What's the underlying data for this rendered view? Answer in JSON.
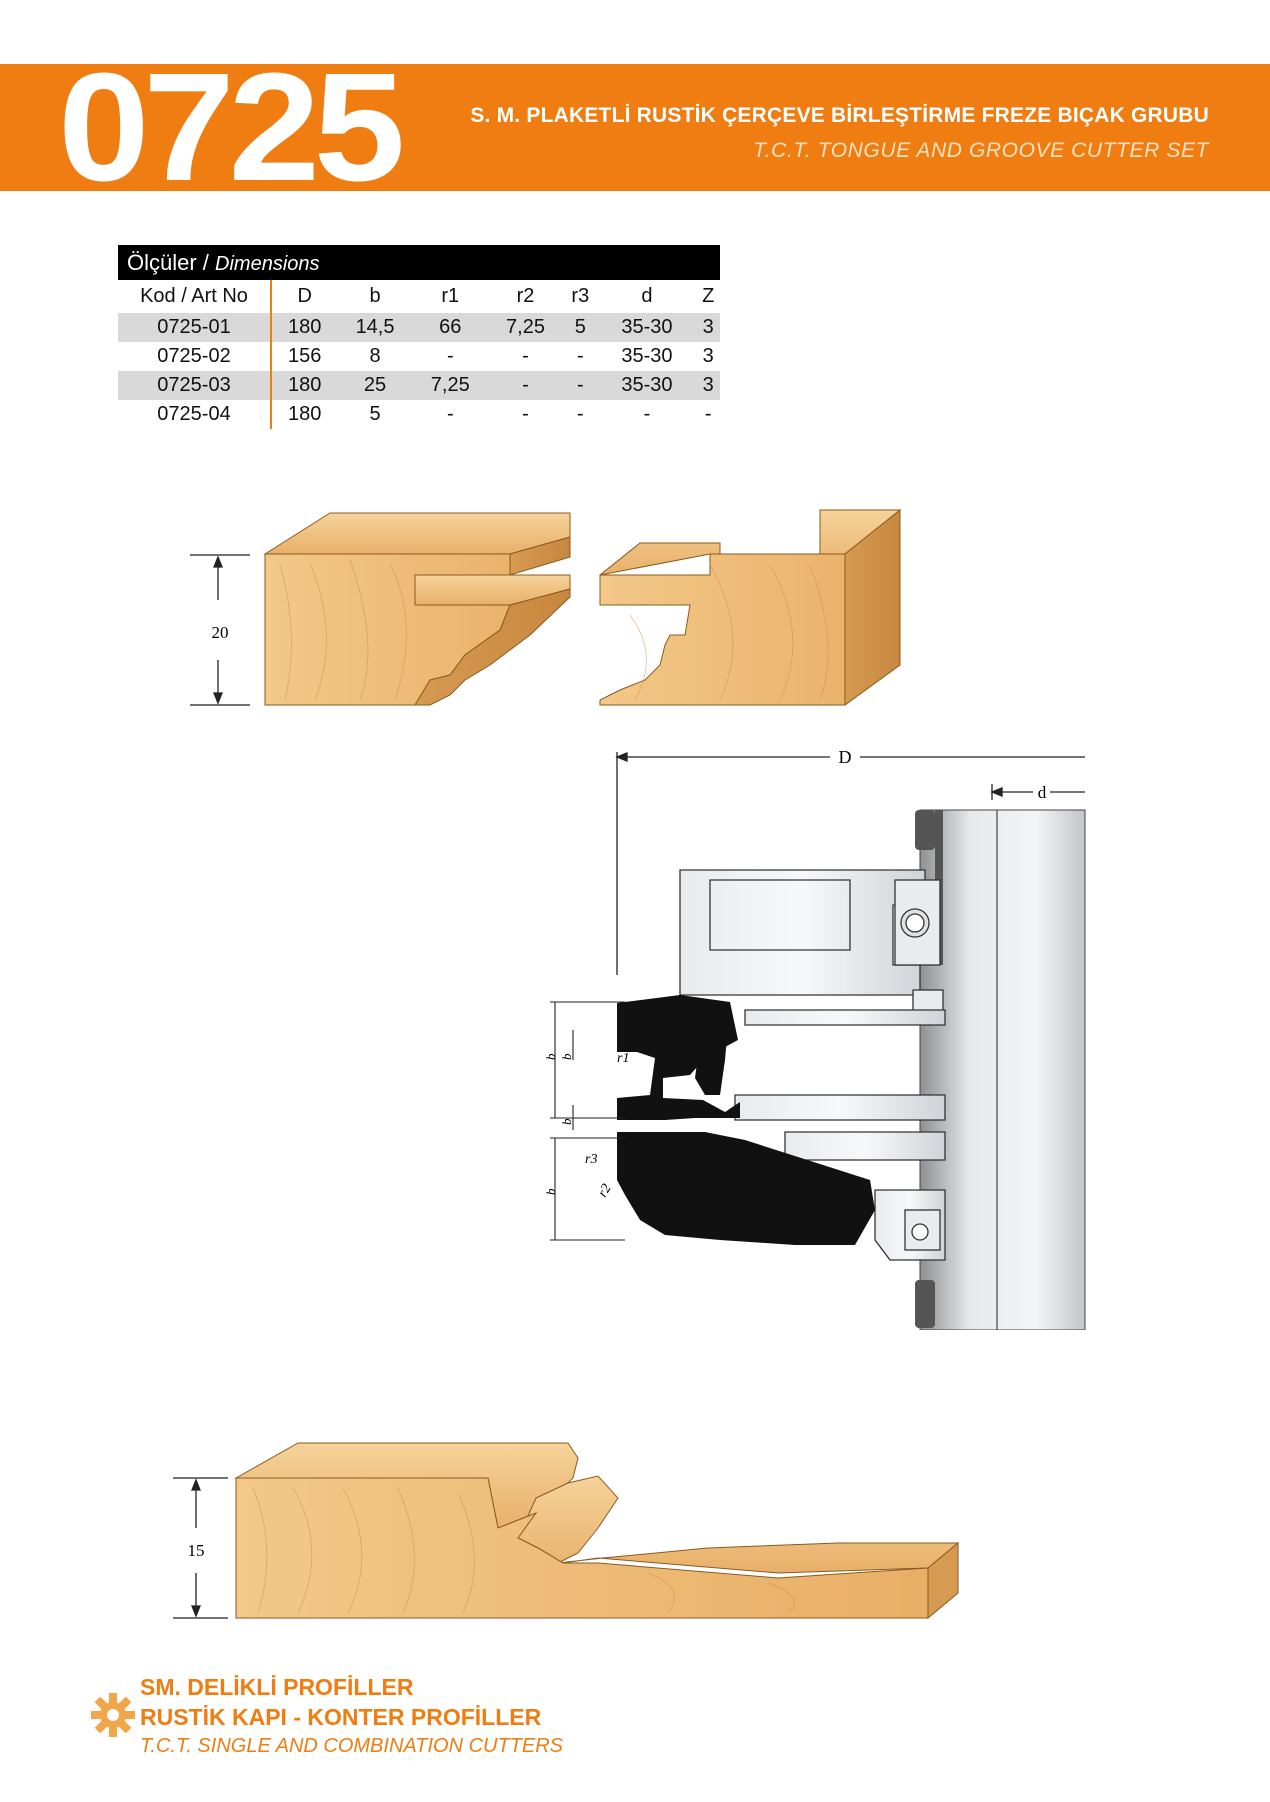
{
  "header": {
    "code": "0725",
    "title_tr": "S. M. PLAKETLİ RUSTİK ÇERÇEVE BİRLEŞTİRME FREZE BIÇAK GRUBU",
    "title_en": "T.C.T. TONGUE AND GROOVE CUTTER SET"
  },
  "table": {
    "caption_tr": "Ölçüler / ",
    "caption_en": "Dimensions",
    "columns": [
      "Kod / Art No",
      "D",
      "b",
      "r1",
      "r2",
      "r3",
      "d",
      "Z"
    ],
    "rows": [
      [
        "0725-01",
        "180",
        "14,5",
        "66",
        "7,25",
        "5",
        "35-30",
        "3"
      ],
      [
        "0725-02",
        "156",
        "8",
        "-",
        "-",
        "-",
        "35-30",
        "3"
      ],
      [
        "0725-03",
        "180",
        "25",
        "7,25",
        "-",
        "-",
        "35-30",
        "3"
      ],
      [
        "0725-04",
        "180",
        "5",
        "-",
        "-",
        "-",
        "-",
        "-"
      ]
    ]
  },
  "drawings": {
    "joint_height": "20",
    "panel_height": "15",
    "label_D": "D",
    "label_d": "d",
    "label_b": "b",
    "label_r1": "r1",
    "label_r2": "r2",
    "label_r3": "r3"
  },
  "footer": {
    "line1": "SM. DELİKLİ PROFİLLER",
    "line2": "RUSTİK KAPI - KONTER PROFİLLER",
    "line3": "T.C.T. SINGLE AND COMBINATION CUTTERS"
  },
  "colors": {
    "accent": "#ef7d11",
    "wood": "#f2c27e",
    "wood_dark": "#c98a3e",
    "shade_row": "#d9d9d9"
  }
}
